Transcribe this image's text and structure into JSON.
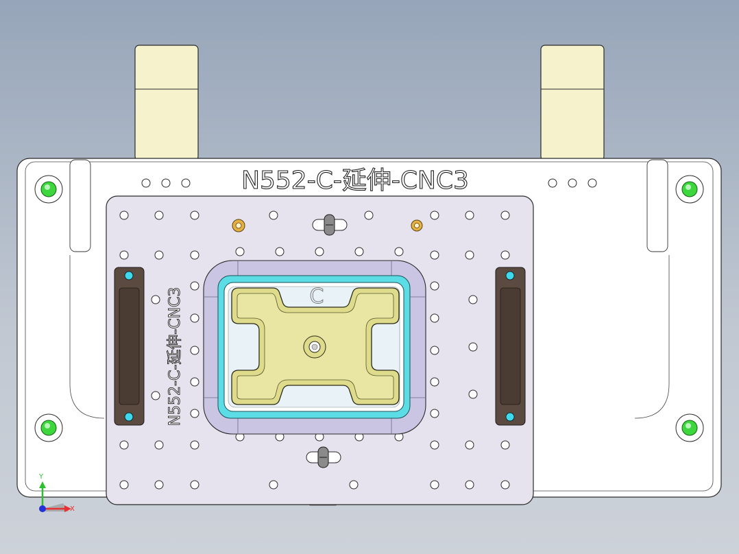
{
  "viewport": {
    "background_top": "#96a5b9",
    "background_bottom": "#cdd2d9"
  },
  "part": {
    "top_label": "N552-C-延伸-CNC3",
    "side_label": "N552-C-延伸-CNC3",
    "ghost_text": "C"
  },
  "colors": {
    "plate": "#e6e2ee",
    "base": "#ffffff",
    "post": "#f6f2cc",
    "pocket_olive": "#dedc8c",
    "pocket_cyan": "#5cdde6",
    "pocket_bevel": "#c9c5e3",
    "clamp": "#5b4a3f",
    "green_pin": "#3dd63d",
    "brass": "#e4b145",
    "cyan_dot": "#3fd9ee",
    "edge": "#2a2a2a"
  },
  "triad": {
    "x_label": "X",
    "y_label": "Y",
    "x_color": "#e83030",
    "y_color": "#2ebf2e",
    "z_color": "#2430d9"
  }
}
